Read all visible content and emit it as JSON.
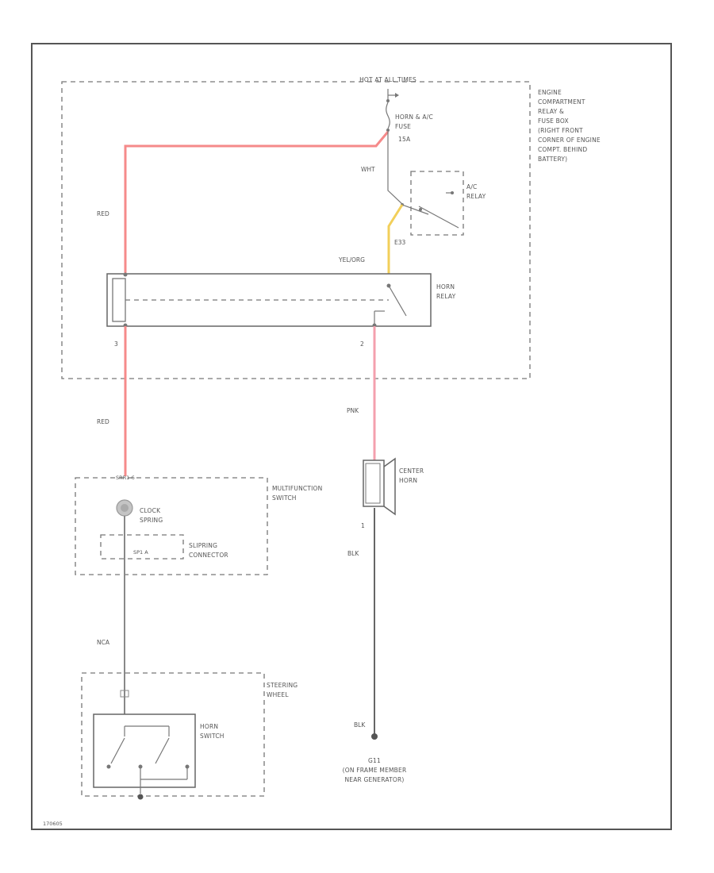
{
  "fuse_block_header": "HOT AT ALL TIMES",
  "fuse": {
    "name_line1": "HORN & A/C",
    "name_line2": "FUSE",
    "rating": "15A"
  },
  "components": {
    "engine_box": [
      "ENGINE",
      "COMPARTMENT",
      "RELAY &",
      "FUSE BOX",
      "(RIGHT FRONT",
      "CORNER OF ENGINE",
      "COMPT. BEHIND",
      "BATTERY)"
    ],
    "ac_relay": [
      "A/C",
      "RELAY"
    ],
    "horn_relay": [
      "HORN",
      "RELAY"
    ],
    "center_horn": [
      "CENTER",
      "HORN"
    ],
    "multifunction": [
      "MULTIFUNCTION",
      "SWITCH"
    ],
    "clock_spring": [
      "CLOCK",
      "SPRING"
    ],
    "slipring": [
      "SLIPRING",
      "CONNECTOR"
    ],
    "steering_wheel": [
      "STEERING",
      "WHEEL"
    ],
    "horn_switch": [
      "HORN",
      "SWITCH"
    ]
  },
  "wires": {
    "red_top": "RED",
    "red_bottom": "RED",
    "wht": "WHT",
    "ac_feed": "E33",
    "yel_org": "YEL/ORG",
    "pnk": "PNK",
    "blk_horn": "BLK",
    "blk_ground": "BLK",
    "nca": "NCA"
  },
  "pins": {
    "relay_left": "3",
    "relay_right": "2",
    "horn_bottom": "1",
    "multifunction_conn": "SRR1-6",
    "slipring_conn": "SP1 A"
  },
  "ground": {
    "id": "G11",
    "line1": "(ON FRAME MEMBER",
    "line2": "NEAR GENERATOR)"
  },
  "footer_code": "170605",
  "colors": {
    "red_wire": "#f58a8a",
    "pink_wire": "#f4a0ae",
    "yellow_wire": "#f2cf5a",
    "frame": "#555555"
  }
}
